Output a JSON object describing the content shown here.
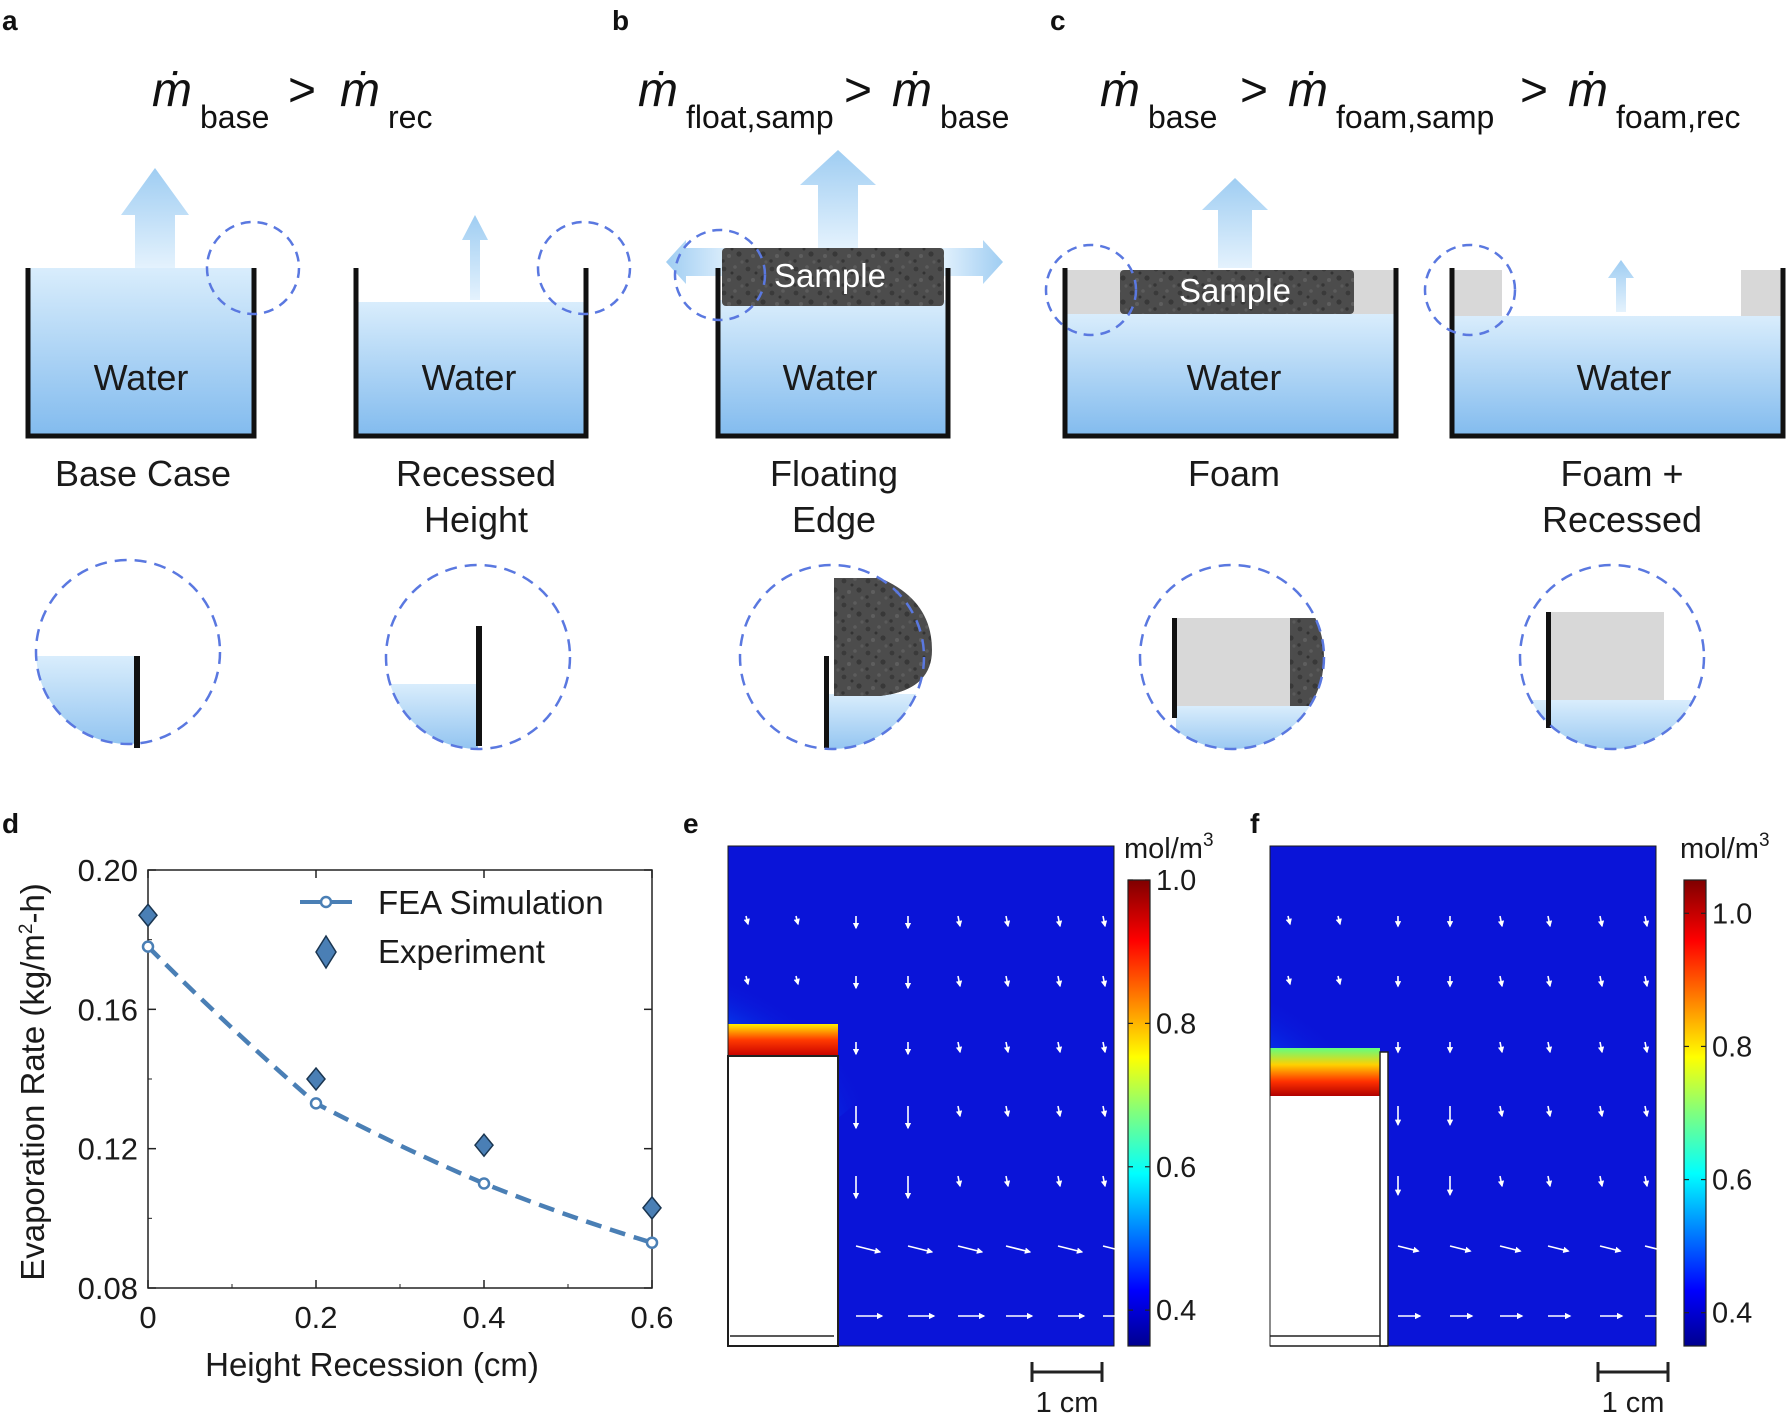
{
  "panel_labels": {
    "a": "a",
    "b": "b",
    "c": "c",
    "d": "d",
    "e": "e",
    "f": "f"
  },
  "equations": {
    "a": {
      "m1": "ṁ",
      "s1": "base",
      "op1": ">",
      "m2": "ṁ",
      "s2": "rec"
    },
    "b": {
      "m1": "ṁ",
      "s1": "float,samp",
      "op1": ">",
      "m2": "ṁ",
      "s2": "base"
    },
    "c": {
      "m1": "ṁ",
      "s1": "base",
      "op1": ">",
      "m2": "ṁ",
      "s2": "foam,samp",
      "op2": ">",
      "m3": "ṁ",
      "s3": "foam,rec"
    }
  },
  "containers": {
    "water_label": "Water",
    "sample_label": "Sample"
  },
  "captions": {
    "base": "Base Case",
    "recessed_1": "Recessed",
    "recessed_2": "Height",
    "floating_1": "Floating",
    "floating_2": "Edge",
    "foam": "Foam",
    "foam_rec_1": "Foam +",
    "foam_rec_2": "Recessed"
  },
  "colors": {
    "water_top": "#d6ebfb",
    "water_bottom": "#7fb9ee",
    "dashed_circle": "#5a78e0",
    "sample": "#4a4a4a",
    "foam": "#d6d6d6",
    "series": "#4a7fb5"
  },
  "chart_data": {
    "type": "line",
    "xlabel": "Height Recession (cm)",
    "ylabel": "Evaporation Rate (kg/m²-h)",
    "ylabel_main": "Evaporation Rate (kg/m",
    "ylabel_sup": "2",
    "ylabel_tail": "-h)",
    "xlim": [
      0,
      0.6
    ],
    "ylim": [
      0.08,
      0.2
    ],
    "xticks": [
      "0",
      "0.2",
      "0.4",
      "0.6"
    ],
    "yticks": [
      "0.08",
      "0.12",
      "0.16",
      "0.20"
    ],
    "xtick_values": [
      0,
      0.2,
      0.4,
      0.6
    ],
    "ytick_values": [
      0.08,
      0.12,
      0.16,
      0.2
    ],
    "legend_position": "top-right",
    "series": [
      {
        "name": "FEA Simulation",
        "style": "dashed line with open circles",
        "x": [
          0,
          0.2,
          0.4,
          0.6
        ],
        "y": [
          0.178,
          0.133,
          0.11,
          0.093
        ]
      },
      {
        "name": "Experiment",
        "style": "diamond markers",
        "x": [
          0,
          0.2,
          0.4,
          0.6
        ],
        "y": [
          0.187,
          0.14,
          0.121,
          0.103
        ]
      }
    ]
  },
  "heatmaps": {
    "unit": "mol/m",
    "unit_sup": "3",
    "scale_bar": "1 cm",
    "e": {
      "colorbar_ticks": [
        "1.0",
        "0.8",
        "0.6",
        "0.4"
      ],
      "colorbar_values": [
        1.0,
        0.8,
        0.6,
        0.4
      ],
      "range": [
        0.35,
        1.0
      ]
    },
    "f": {
      "colorbar_ticks": [
        "1.0",
        "0.8",
        "0.6",
        "0.4"
      ],
      "colorbar_values": [
        1.0,
        0.8,
        0.6,
        0.4
      ],
      "range": [
        0.35,
        1.05
      ]
    }
  }
}
